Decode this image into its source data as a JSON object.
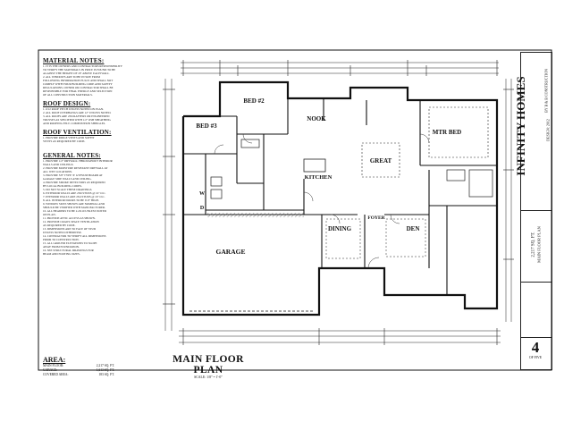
{
  "notes": {
    "material": {
      "title": "MATERIAL NOTES:",
      "lines": [
        "1. IT IS THE OWNERS AND CONTRACTORS RESPONSIBILITY",
        "TO VERIFY THE MATERIALS IN PRICE IS FOUND TO BE",
        "AGAINST THE HEIGHT OF 18\" ABOVE EACH WALL",
        "2. ALL WINDOWS ARE TO BE IN SIZE FROM",
        "FOLLOWING INFORMATION FULLY AND SHALL NOT",
        "COMPLY WITH YOUR BUILDING CODE AND SAFETY",
        "REGULATIONS. OWNER OR CONTRACTOR SHALL BE",
        "RESPONSIBLE FOR FINAL ENERGY AND SELECTION",
        "OF ALL CONSTRUCTION MATERIALS."
      ]
    },
    "roof_design": {
      "title": "ROOF DESIGN:",
      "lines": [
        "1. 6/12 ROOF PITCH UNLESS NOTED ON PLAN.",
        "2. ALL ROOF OVERHANGS ARE 12\" UNLESS NOTED.",
        "3. ALL ROOFS ARE 2X6 RAFTERS OR ENGINEERED",
        "TRUSSES AS SPECIFIED WITH 1/2\" OSB SHEATHING",
        "AND ROOFING FELT. COMPOSITION SHINGLES."
      ]
    },
    "roof_ventilation": {
      "title": "ROOF VENTILATION:",
      "lines": [
        "1. PROVIDE RIDGE VENTS AND SOFFIT",
        "VENTS AS REQUIRED BY CODE."
      ]
    },
    "general": {
      "title": "GENERAL NOTES:",
      "lines": [
        "1. PROVIDE 1/2\" DRYWALL THROUGHOUT INTERIOR",
        "WALLS AND CEILINGS.",
        "2. PROVIDE MOISTURE RESISTANT DRYWALL AT",
        "ALL WET LOCATIONS.",
        "3. PROVIDE 5/8\" TYPE 'X' GYPSUM BOARD AT",
        "GARAGE SIDE WALLS AND CEILING.",
        "4. PROVIDE SMOKE DETECTORS AS REQUIRED",
        "BY LOCAL BUILDING CODES.",
        "5. DO NOT SCALE THESE DRAWINGS.",
        "6. EXTERIOR WALLS ARE 2X6 STUDS @ 16\" O.C.",
        "7. INTERIOR WALLS ARE 2X4 STUDS @ 16\" O.C.",
        "8. ALL INTERIOR DOORS TO BE 6'-8\" HIGH.",
        "9. WINDOW SIZES SHOWN ARE NOMINAL AND",
        "SHOULD BE VERIFIED WITH MANUFACTURER.",
        "10. ALL HEADERS TO BE 2-2X10 UNLESS NOTED",
        "ON PLAN.",
        "11. PROVIDE ATTIC ACCESS AS SHOWN.",
        "12. PROVIDE CRAWL SPACE VENTILATION",
        "AS REQUIRED BY CODE.",
        "13. DIMENSIONS ARE TO FACE OF STUD",
        "UNLESS NOTED OTHERWISE.",
        "14. CONTRACTOR TO VERIFY ALL DIMENSIONS",
        "PRIOR TO CONSTRUCTION.",
        "15. ALL GROUND ELEVATIONS TO SLOPE",
        "AWAY FROM FOUNDATION.",
        "16. SEE STRUCTURAL DRAWINGS FOR",
        "BEAM AND FOOTING SIZES."
      ]
    }
  },
  "area": {
    "title": "AREA:",
    "rows": [
      {
        "label": "MAIN FLOOR:",
        "value": "2,217 SQ. FT."
      },
      {
        "label": "GARAGE:",
        "value": "1,613 SQ. FT."
      },
      {
        "label": "COVERED AREA:",
        "value": "183 SQ. FT."
      }
    ]
  },
  "plan_title": {
    "text": "MAIN FLOOR PLAN",
    "scale": "SCALE: 1/8\" = 1'-0\""
  },
  "rooms": {
    "bed3": "BED #3",
    "bed2": "BED #2",
    "nook": "NOOK",
    "great": "GREAT",
    "mtr_bed": "MTR BED",
    "kitchen": "KITCHEN",
    "dining": "DINING",
    "foyer": "FOYER",
    "den": "DEN",
    "garage": "GARAGE",
    "laundry": "W",
    "dryer": "D"
  },
  "title_block": {
    "company": "INFINITY HOMES",
    "subtitle": "BY B & B CONSTRUCTION",
    "designer": "DESIGN: 2012",
    "sqft": "2,217 SQ. FT.",
    "sheet_name": "MAIN FLOOR PLAN",
    "sheet_number": "4",
    "sheet_of": "OF FIVE"
  },
  "colors": {
    "line": "#1a1a1a",
    "paper": "#ffffff",
    "hatch": "#444444"
  }
}
